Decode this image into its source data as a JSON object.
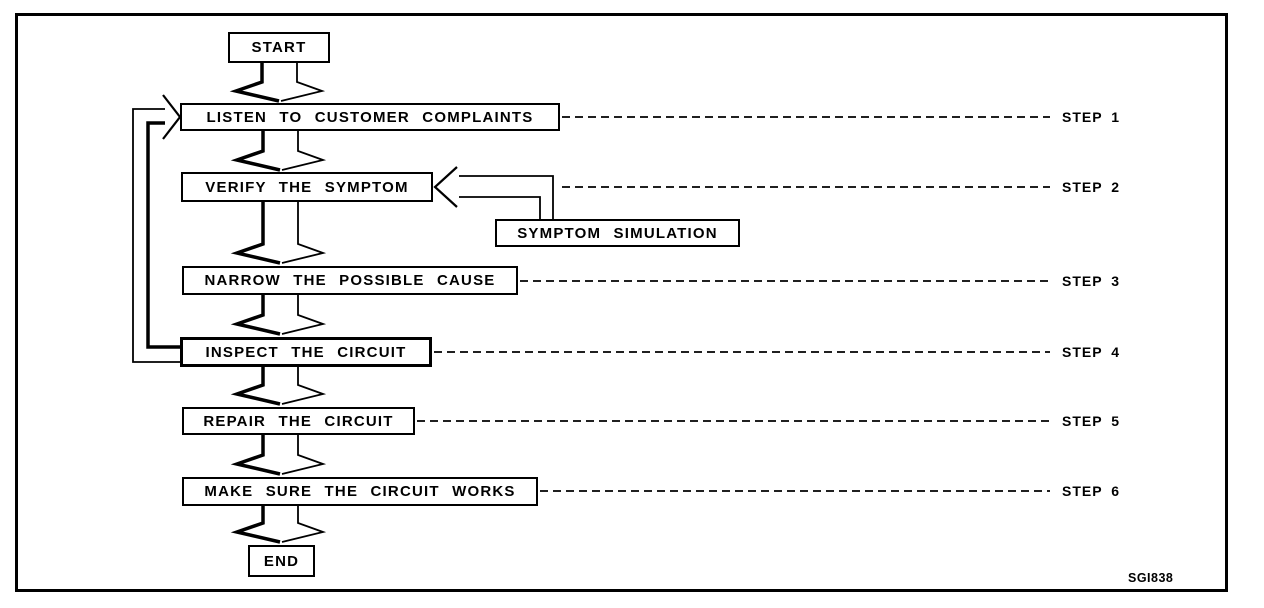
{
  "flowchart": {
    "nodes": {
      "start": "START",
      "listen": "LISTEN TO CUSTOMER COMPLAINTS",
      "verify": "VERIFY THE SYMPTOM",
      "symptom_simulation": "SYMPTOM SIMULATION",
      "narrow": "NARROW THE POSSIBLE CAUSE",
      "inspect": "INSPECT THE CIRCUIT",
      "repair": "REPAIR THE CIRCUIT",
      "confirm": "MAKE SURE THE CIRCUIT WORKS",
      "end": "END"
    },
    "step_labels": [
      "STEP 1",
      "STEP 2",
      "STEP 3",
      "STEP 4",
      "STEP 5",
      "STEP 6"
    ],
    "figure_code": "SGI838",
    "colors": {
      "ink": "#000000",
      "paper": "#ffffff"
    }
  }
}
